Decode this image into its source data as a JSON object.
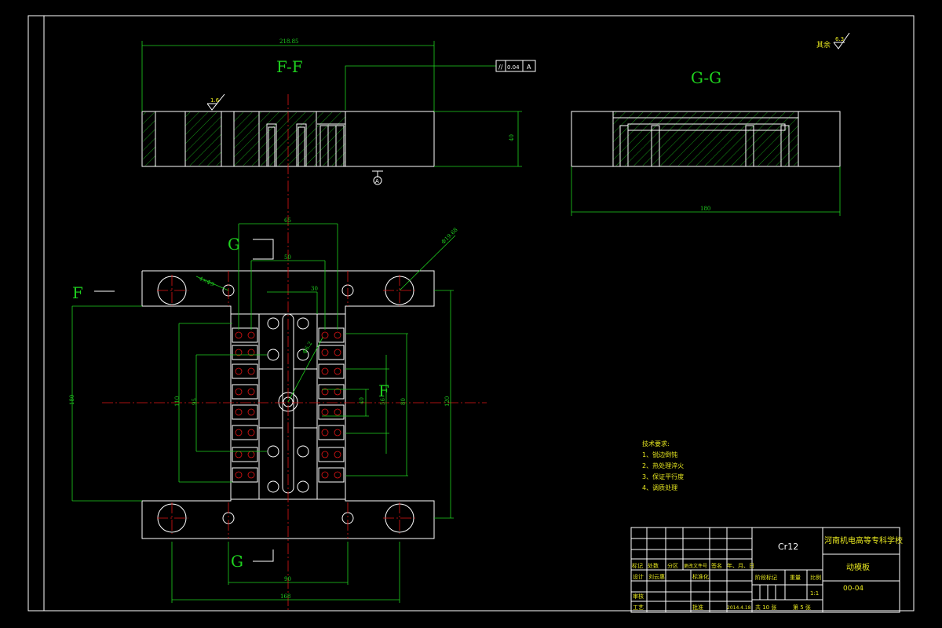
{
  "views": {
    "section_ff": "F-F",
    "section_gg": "G-G",
    "marker_g": "G",
    "marker_f": "F"
  },
  "dimensions": {
    "top_width": "218.85",
    "ff_height": "40",
    "gg_width": "180",
    "plan_width": "65",
    "plan_inner": "50",
    "slot_30": "30",
    "r_hole": "4×Φ9",
    "diag_label": "Φ19.68",
    "left_height": "180",
    "inner_110": "110",
    "inner_90": "95",
    "right_40": "40",
    "right_56": "56",
    "right_80": "80",
    "right_120": "120",
    "bottom_90": "90",
    "bottom_168": "168",
    "slot_dim": "Φ6.2"
  },
  "tolerance": {
    "symbol": "//",
    "value": "0.04",
    "datum": "A",
    "datum_marker": "A"
  },
  "roughness": {
    "rest_label": "其余",
    "rest_value": "6.3",
    "ff_value": "1.6"
  },
  "tech_requirements": {
    "title": "技术要求:",
    "items": [
      "1、锐边倒钝",
      "2、热处理淬火",
      "3、保证平行度",
      "4、调质处理"
    ]
  },
  "title_block": {
    "material": "Cr12",
    "school": "河南机电高等专科学校",
    "part_name": "动模板",
    "drawing_no": "00-04",
    "col_labels": [
      "标记",
      "处数",
      "分区",
      "更改文件号",
      "签名",
      "年、月、日"
    ],
    "designer_label": "设计",
    "designer_name": "刘云惠",
    "standard_label": "标准化",
    "review_label": "审核",
    "process_label": "工艺",
    "approve_label": "批准",
    "date": "2014.4.18",
    "stage_label": "阶段标记",
    "weight_label": "重量",
    "scale_label": "比例",
    "scale_value": "1:1",
    "sheets_total": "共 10 张",
    "sheet_no": "第 5 张"
  }
}
